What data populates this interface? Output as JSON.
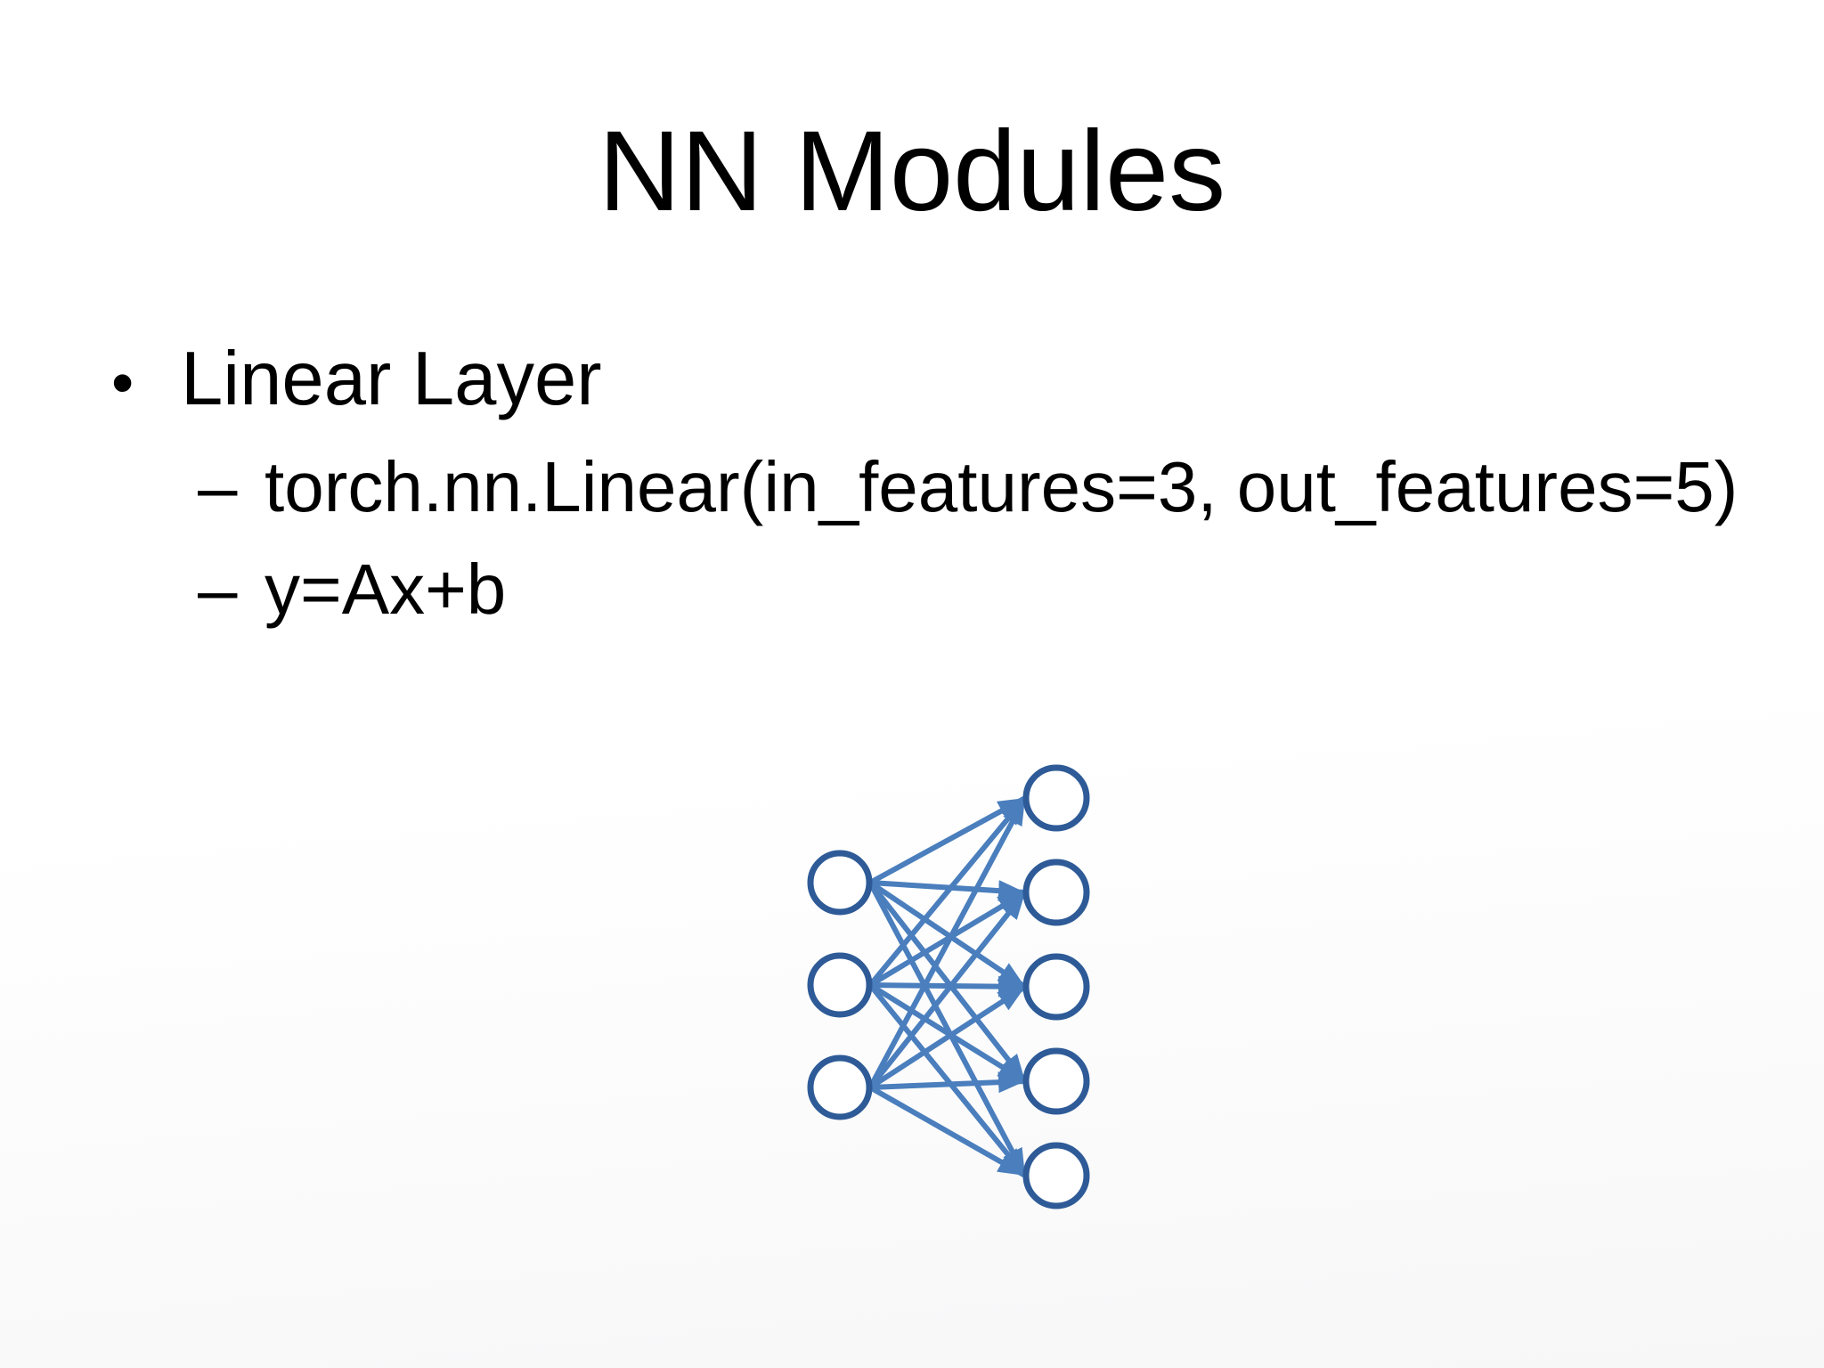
{
  "slide": {
    "title": "NN Modules",
    "bullet": {
      "marker": "•",
      "label": "Linear Layer",
      "children": [
        {
          "marker": "–",
          "label": "torch.nn.Linear(in_features=3, out_features=5)"
        },
        {
          "marker": "–",
          "label": "y=Ax+b"
        }
      ]
    }
  },
  "diagram": {
    "type": "bipartite-network",
    "description": "fully-connected linear layer graph",
    "in_features": 3,
    "out_features": 5,
    "edge_count": 15,
    "arrow_direction": "left-to-right",
    "colors": {
      "node_stroke": "#2e5b97",
      "node_fill": "#ffffff",
      "edge": "#4a7ebd"
    }
  }
}
